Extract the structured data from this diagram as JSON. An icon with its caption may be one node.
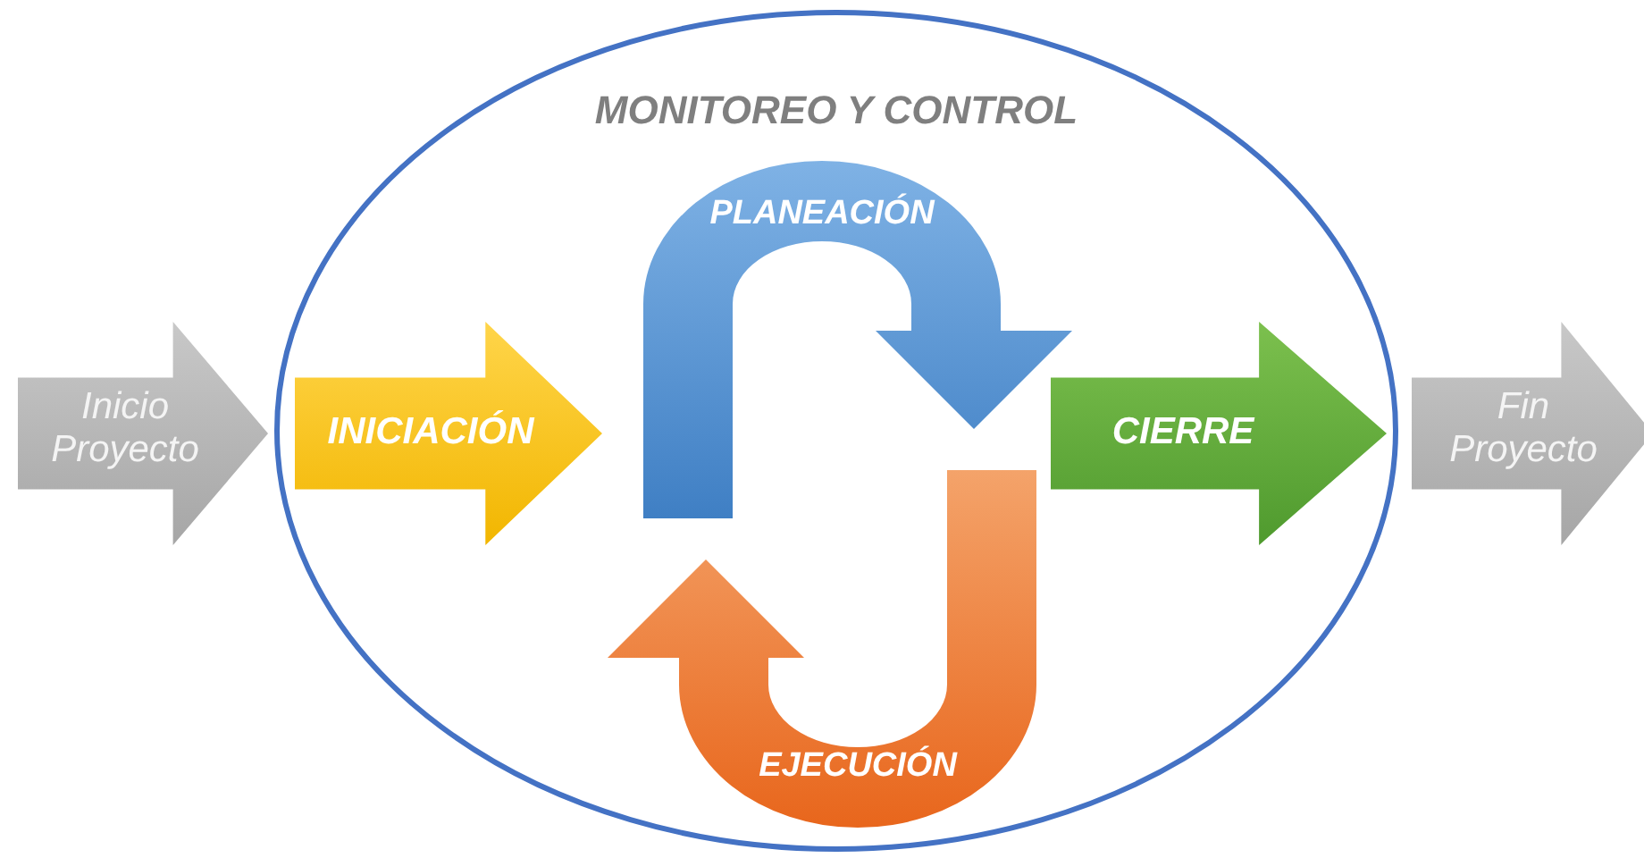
{
  "diagram": {
    "nodes": [
      {
        "text": [
          "Inicio Proyecto"
        ]
      },
      {
        "text": [
          "MONITOREO Y CONTROL"
        ]
      },
      {
        "text": [
          "INICIACIÓN"
        ],
        "in": 1
      },
      {
        "text": [
          "PLANEACIÓN"
        ],
        "in": 1
      },
      {
        "text": [
          "EJECUCIÓN"
        ],
        "in": 1
      },
      {
        "text": [
          "CIERRE"
        ],
        "in": 1
      },
      {
        "text": [
          "Fin Proyecto"
        ]
      }
    ]
  }
}
